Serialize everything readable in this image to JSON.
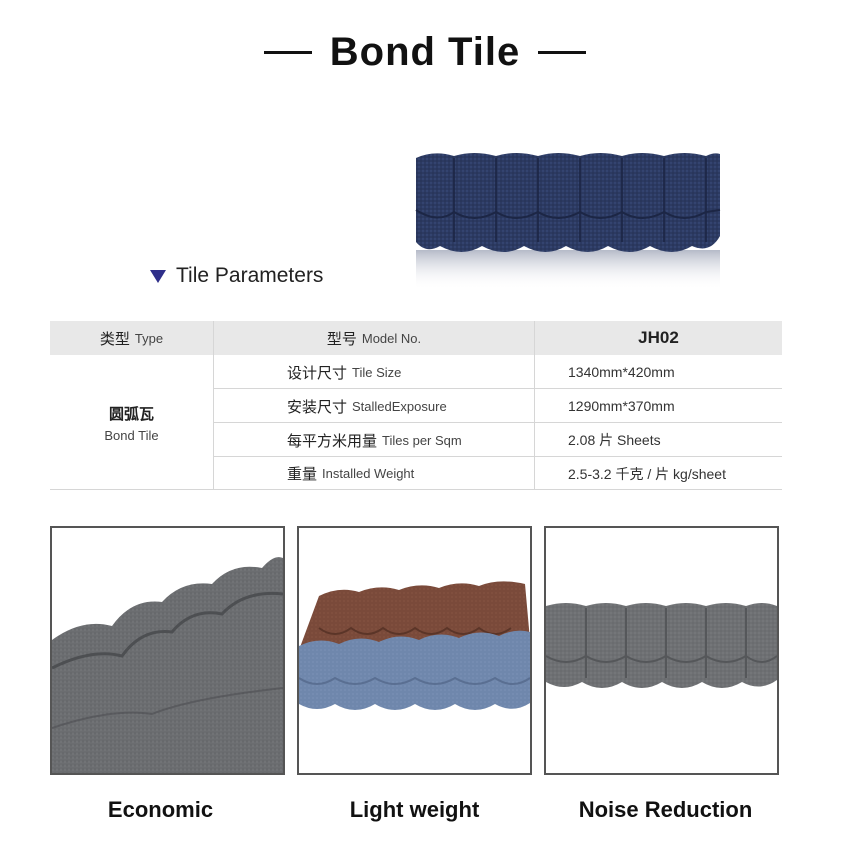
{
  "header": {
    "title": "Bond Tile"
  },
  "section": {
    "label": "Tile Parameters"
  },
  "params_table": {
    "header": {
      "type_cn": "类型",
      "type_en": "Type",
      "model_cn": "型号",
      "model_en": "Model No.",
      "model_value": "JH02"
    },
    "category": {
      "cn": "圆弧瓦",
      "en": "Bond Tile"
    },
    "rows": [
      {
        "cn": "设计尺寸",
        "en": "Tile Size",
        "value": "1340mm*420mm"
      },
      {
        "cn": "安装尺寸",
        "en": "StalledExposure",
        "value": "1290mm*370mm"
      },
      {
        "cn": "每平方米用量",
        "en": "Tiles per Sqm",
        "value": "2.08 片 Sheets"
      },
      {
        "cn": "重量",
        "en": "Installed Weight",
        "value": "2.5-3.2 千克 / 片 kg/sheet"
      }
    ]
  },
  "features": [
    {
      "label": "Economic"
    },
    {
      "label": "Light weight"
    },
    {
      "label": "Noise Reduction"
    }
  ],
  "colors": {
    "tile_blue": "#2c3a62",
    "tile_brown": "#7a4a3a",
    "tile_lightblue": "#6f87ac",
    "tile_gray": "#6b6d70",
    "triangle": "#2f2f8a"
  }
}
